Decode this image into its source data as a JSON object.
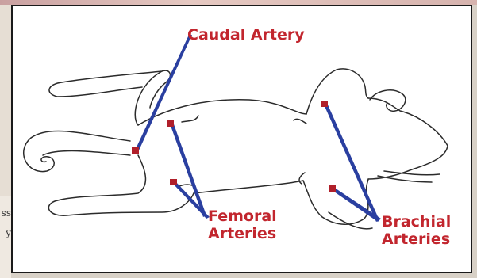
{
  "labels": {
    "caudal": "Caudal Artery",
    "femoral_line1": "Femoral",
    "femoral_line2": "Arteries",
    "brachial_line1": "Brachial",
    "brachial_line2": "Arteries"
  },
  "stray_text": {
    "line1": "ss",
    "line2": "y"
  },
  "colors": {
    "label": "#c2262e",
    "pointer": "#2a3fa0",
    "marker": "#b01f2a",
    "outline": "#2b2b2b",
    "frame": "#1a1a1a"
  }
}
